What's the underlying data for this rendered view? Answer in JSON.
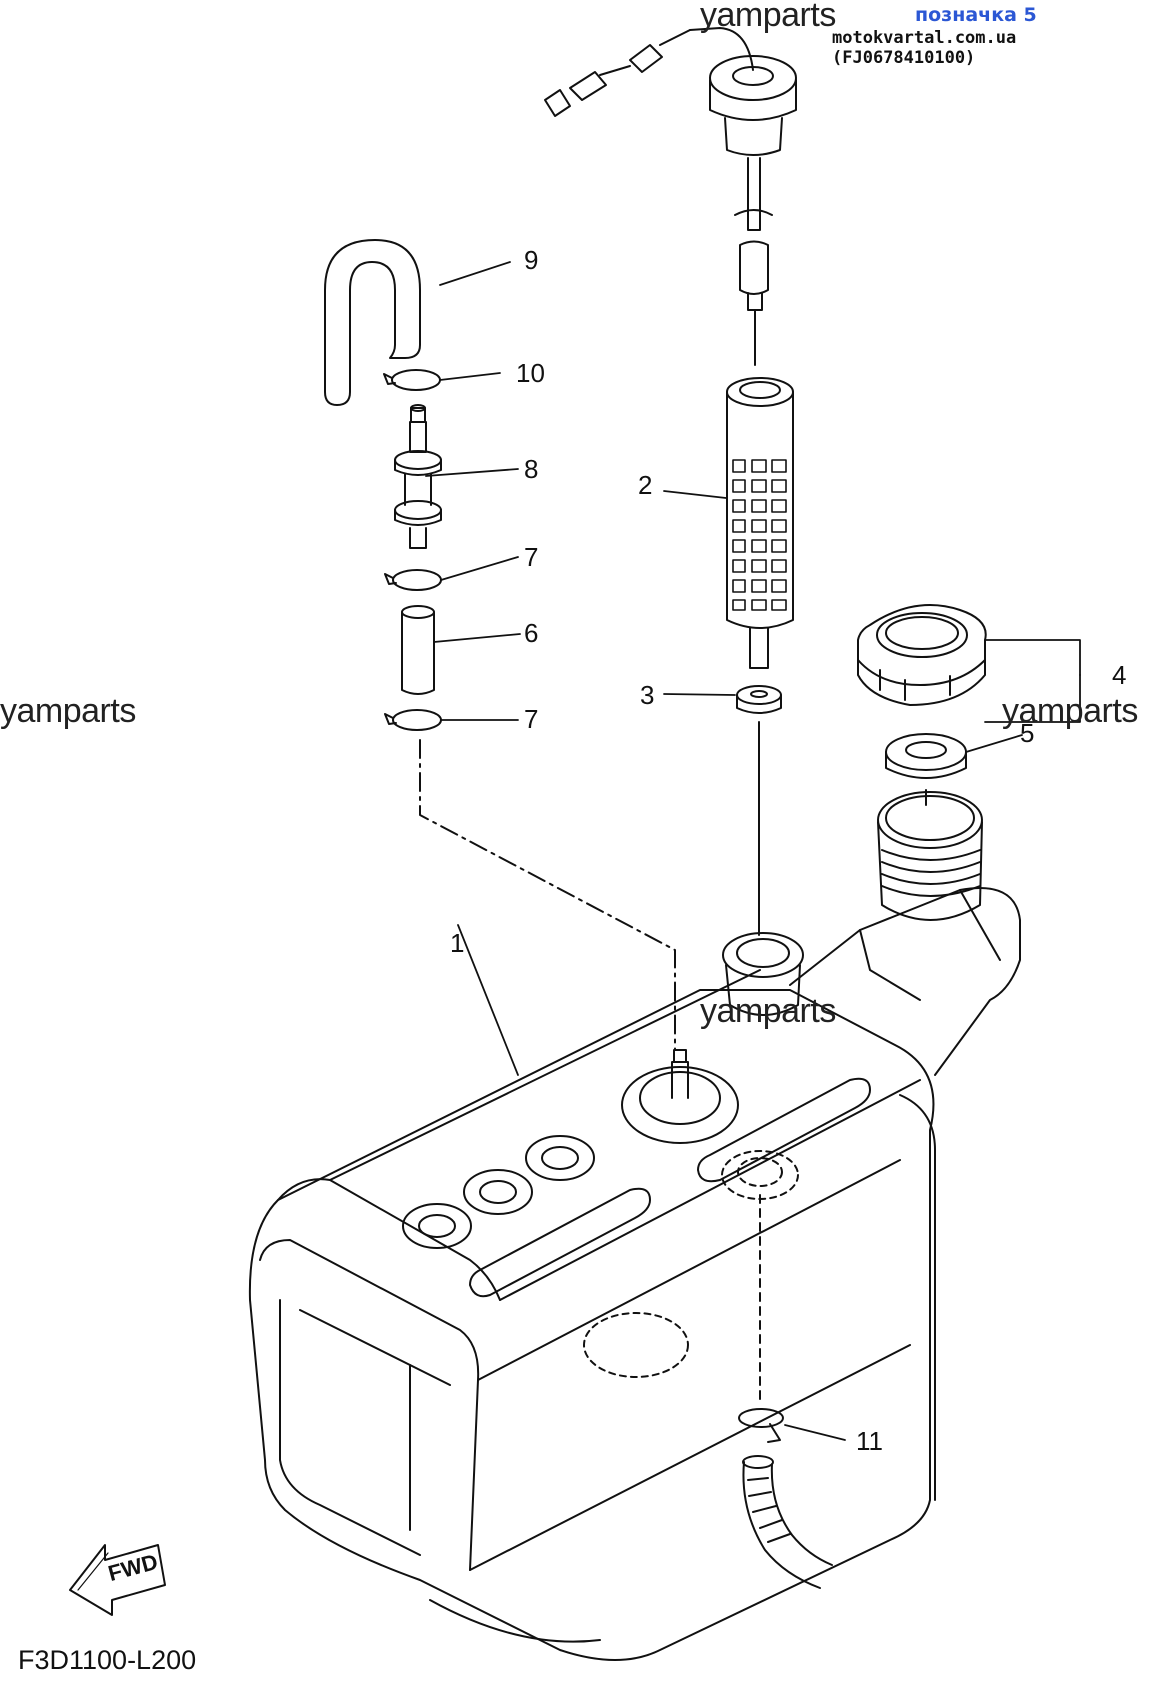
{
  "header": {
    "watermark": "yamparts",
    "link_label": "позначка 5",
    "site_text": "motokvartal.com.ua (FJ0678410100)"
  },
  "watermarks": [
    "yamparts",
    "yamparts",
    "yamparts",
    "yamparts"
  ],
  "callouts": {
    "c1": "1",
    "c2": "2",
    "c3": "3",
    "c4": "4",
    "c5": "5",
    "c6": "6",
    "c7a": "7",
    "c7b": "7",
    "c8": "8",
    "c9": "9",
    "c10": "10",
    "c11": "11"
  },
  "fwd_label": "FWD",
  "diagram_code": "F3D1100-L200",
  "colors": {
    "line": "#111111",
    "link": "#2b57d4",
    "background": "#ffffff"
  }
}
